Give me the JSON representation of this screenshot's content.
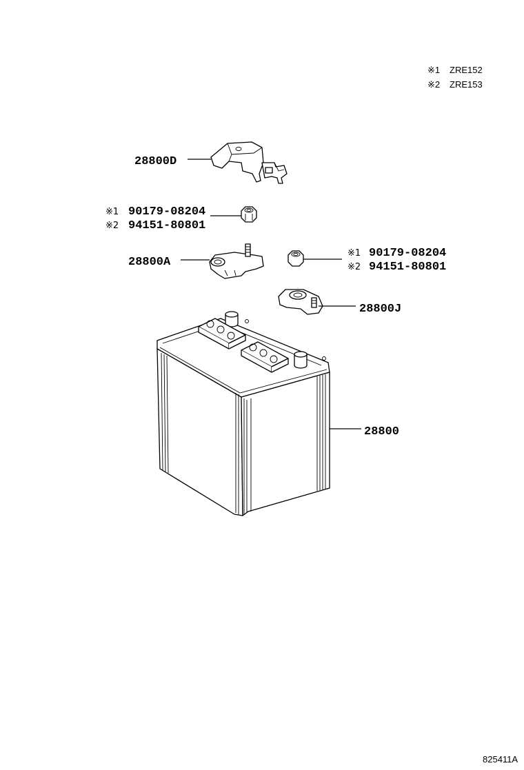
{
  "legend": [
    {
      "mark": "※1",
      "code": "ZRE152"
    },
    {
      "mark": "※2",
      "code": "ZRE153"
    }
  ],
  "parts": {
    "bracket": "28800D",
    "clamp_neg": "28800A",
    "clamp_pos": "28800J",
    "battery": "28800"
  },
  "nut_left": [
    {
      "mark": "※1",
      "number": "90179-08204"
    },
    {
      "mark": "※2",
      "number": "94151-80801"
    }
  ],
  "nut_right": [
    {
      "mark": "※1",
      "number": "90179-08204"
    },
    {
      "mark": "※2",
      "number": "94151-80801"
    }
  ],
  "figure_id": "825411A"
}
